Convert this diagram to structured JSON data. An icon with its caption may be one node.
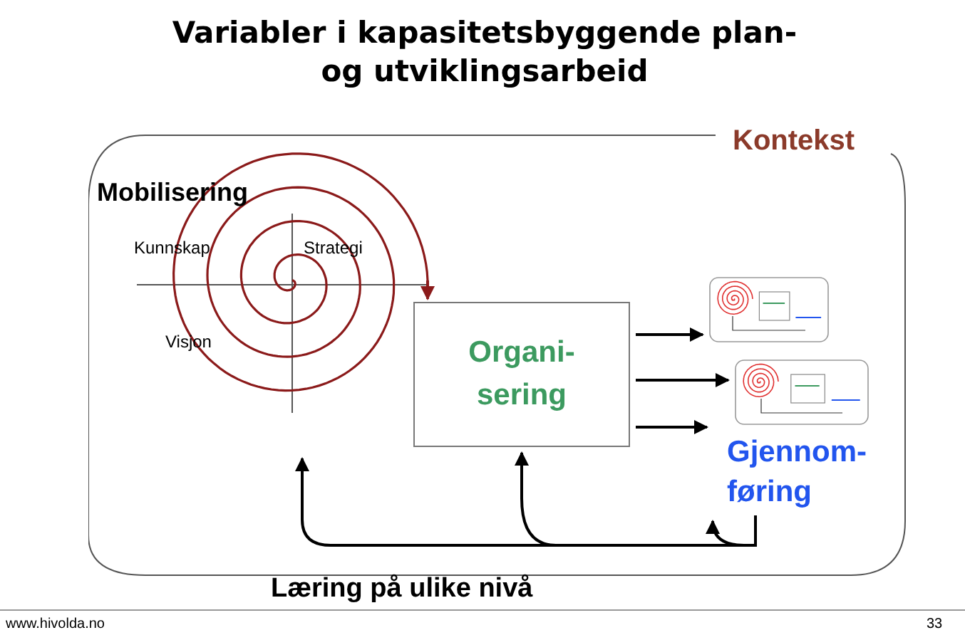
{
  "diagram": {
    "title": "Variabler i kapasitetsbyggende plan- og utviklingsarbeid",
    "nodes": [
      {
        "text": [
          "Kontekst"
        ]
      },
      {
        "text": [
          "Mobilisering"
        ],
        "in": 0
      },
      {
        "text": [
          "Organi- sering"
        ],
        "in": 0
      },
      {
        "text": [],
        "shape": "picture",
        "in": 0
      },
      {
        "text": [],
        "shape": "picture",
        "in": 0
      },
      {
        "text": [
          "Gjennom- føring"
        ],
        "in": 0
      }
    ],
    "edges": [
      {
        "from": 1,
        "to": 2,
        "arrow": "to",
        "color": "#8b1a1a"
      },
      {
        "from": 2,
        "to": 3,
        "arrow": "to"
      },
      {
        "from": 2,
        "to": 4,
        "arrow": "to"
      },
      {
        "from": 2,
        "to": 5,
        "arrow": "to"
      },
      {
        "from": 5,
        "to": 1,
        "arrow": "to"
      },
      {
        "from": 5,
        "to": 2,
        "arrow": "to"
      },
      {
        "from": null,
        "to": 5,
        "arrow": "to"
      }
    ],
    "labels": [
      "Kunnskap",
      "Strategi",
      "Visjon",
      "Læring på ulike nivå",
      "www.hivolda.no",
      "33"
    ]
  }
}
